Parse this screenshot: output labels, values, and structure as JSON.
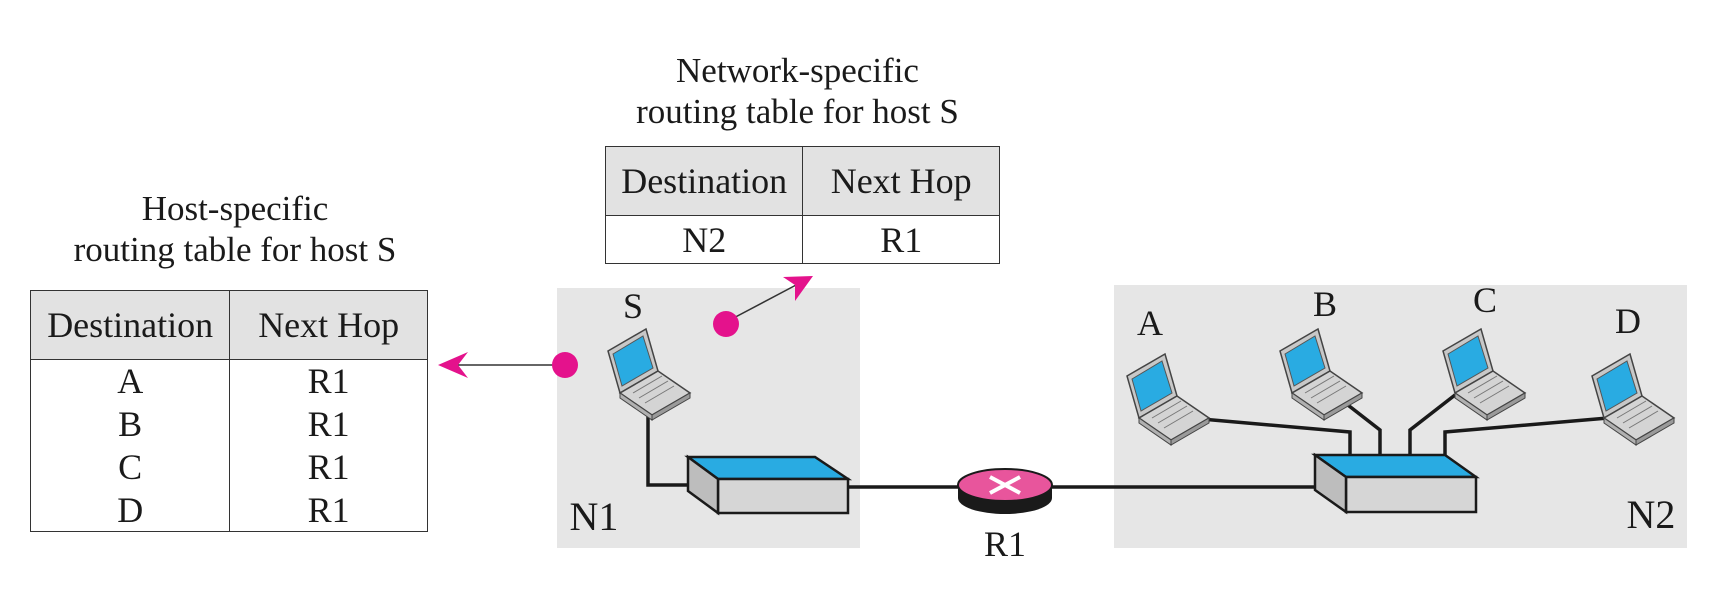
{
  "host_table": {
    "caption_line1": "Host-specific",
    "caption_line2": "routing table for host S",
    "headers": [
      "Destination",
      "Next Hop"
    ],
    "rows": [
      [
        "A",
        "R1"
      ],
      [
        "B",
        "R1"
      ],
      [
        "C",
        "R1"
      ],
      [
        "D",
        "R1"
      ]
    ]
  },
  "network_table": {
    "caption_line1": "Network-specific",
    "caption_line2": "routing table for host S",
    "headers": [
      "Destination",
      "Next Hop"
    ],
    "rows": [
      [
        "N2",
        "R1"
      ]
    ]
  },
  "labels": {
    "host_s": "S",
    "host_a": "A",
    "host_b": "B",
    "host_c": "C",
    "host_d": "D",
    "network_n1": "N1",
    "network_n2": "N2",
    "router": "R1"
  },
  "colors": {
    "network_bg": "#e6e6e6",
    "switch_top": "#29abe2",
    "screen": "#29abe2",
    "router": "#e8559c",
    "pointer": "#e4128c"
  }
}
